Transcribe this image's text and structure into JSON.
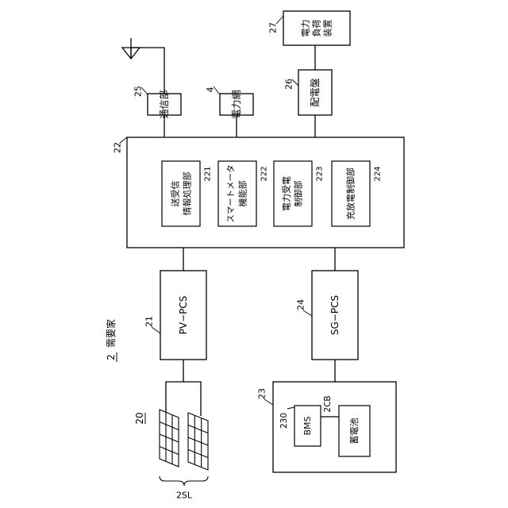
{
  "figure": {
    "system_ref": "2",
    "system_label": "需要家",
    "solar": {
      "ref": "20",
      "group_ref": "2SL"
    },
    "pv_pcs": {
      "ref": "21",
      "label": "PV−PCS"
    },
    "controller": {
      "ref": "22",
      "units": [
        {
          "ref": "221",
          "line1": "送受信",
          "line2": "情報処理部"
        },
        {
          "ref": "222",
          "line1": "スマートメータ",
          "line2": "機能部"
        },
        {
          "ref": "223",
          "line1": "電力受電",
          "line2": "制御部"
        },
        {
          "ref": "224",
          "line1": "充放電制御部",
          "line2": ""
        }
      ]
    },
    "comm": {
      "ref": "25",
      "label": "通信部"
    },
    "grid": {
      "ref": "4",
      "label": "電力網"
    },
    "panel": {
      "ref": "26",
      "label": "配電盤"
    },
    "load": {
      "ref": "27",
      "line1": "電力",
      "line2": "負荷",
      "line3": "装置"
    },
    "sg_pcs": {
      "ref": "24",
      "label": "SG−PCS"
    },
    "storage": {
      "ref": "23",
      "bms": {
        "ref": "230",
        "label": "BMS"
      },
      "battery": {
        "ref": "2CB",
        "label": "蓄電池"
      }
    }
  }
}
